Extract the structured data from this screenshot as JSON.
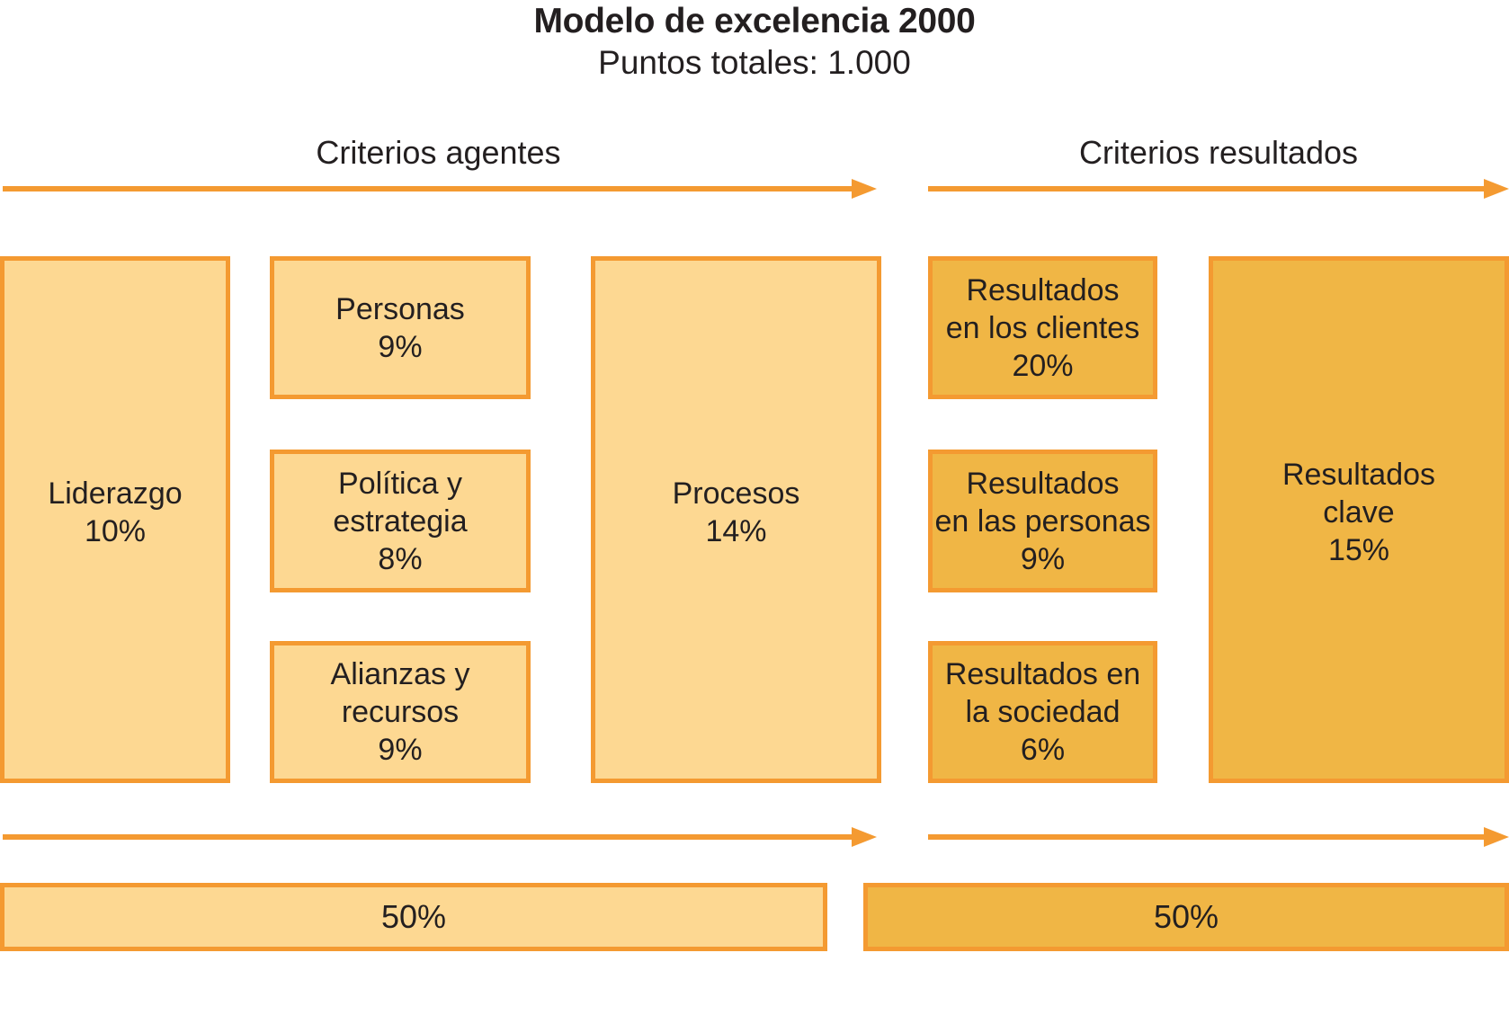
{
  "header": {
    "title": "Modelo de excelencia 2000",
    "subtitle": "Puntos totales: 1.000"
  },
  "sections": {
    "agentes_label": "Criterios agentes",
    "resultados_label": "Criterios resultados"
  },
  "boxes": {
    "liderazgo": "Liderazgo\n10%",
    "personas": "Personas\n9%",
    "politica": "Política y\nestrategia\n8%",
    "alianzas": "Alianzas y\nrecursos\n9%",
    "procesos": "Procesos\n14%",
    "resultados_clientes": "Resultados\nen los clientes\n20%",
    "resultados_personas": "Resultados\nen las personas\n9%",
    "resultados_sociedad": "Resultados en\nla sociedad\n6%",
    "resultados_clave": "Resultados\nclave\n15%"
  },
  "footer": {
    "left_total": "50%",
    "right_total": "50%"
  },
  "chart_data": {
    "type": "diagram",
    "title": "Modelo de excelencia 2000",
    "subtitle": "Puntos totales: 1.000",
    "groups": [
      {
        "name": "Criterios agentes",
        "total": "50%",
        "total_value": 50,
        "criteria": [
          {
            "label": "Liderazgo",
            "value": 10,
            "value_label": "10%"
          },
          {
            "label": "Personas",
            "value": 9,
            "value_label": "9%"
          },
          {
            "label": "Política y estrategia",
            "value": 8,
            "value_label": "8%"
          },
          {
            "label": "Alianzas y recursos",
            "value": 9,
            "value_label": "9%"
          },
          {
            "label": "Procesos",
            "value": 14,
            "value_label": "14%"
          }
        ]
      },
      {
        "name": "Criterios resultados",
        "total": "50%",
        "total_value": 50,
        "criteria": [
          {
            "label": "Resultados en los clientes",
            "value": 20,
            "value_label": "20%"
          },
          {
            "label": "Resultados en las personas",
            "value": 9,
            "value_label": "9%"
          },
          {
            "label": "Resultados en la sociedad",
            "value": 6,
            "value_label": "6%"
          },
          {
            "label": "Resultados clave",
            "value": 15,
            "value_label": "15%"
          }
        ]
      }
    ],
    "colors": {
      "agent_fill": "#fdd892",
      "result_fill": "#f0b645",
      "border": "#f49a31",
      "arrow": "#f49a31",
      "text": "#231f20",
      "background": "#ffffff"
    }
  }
}
